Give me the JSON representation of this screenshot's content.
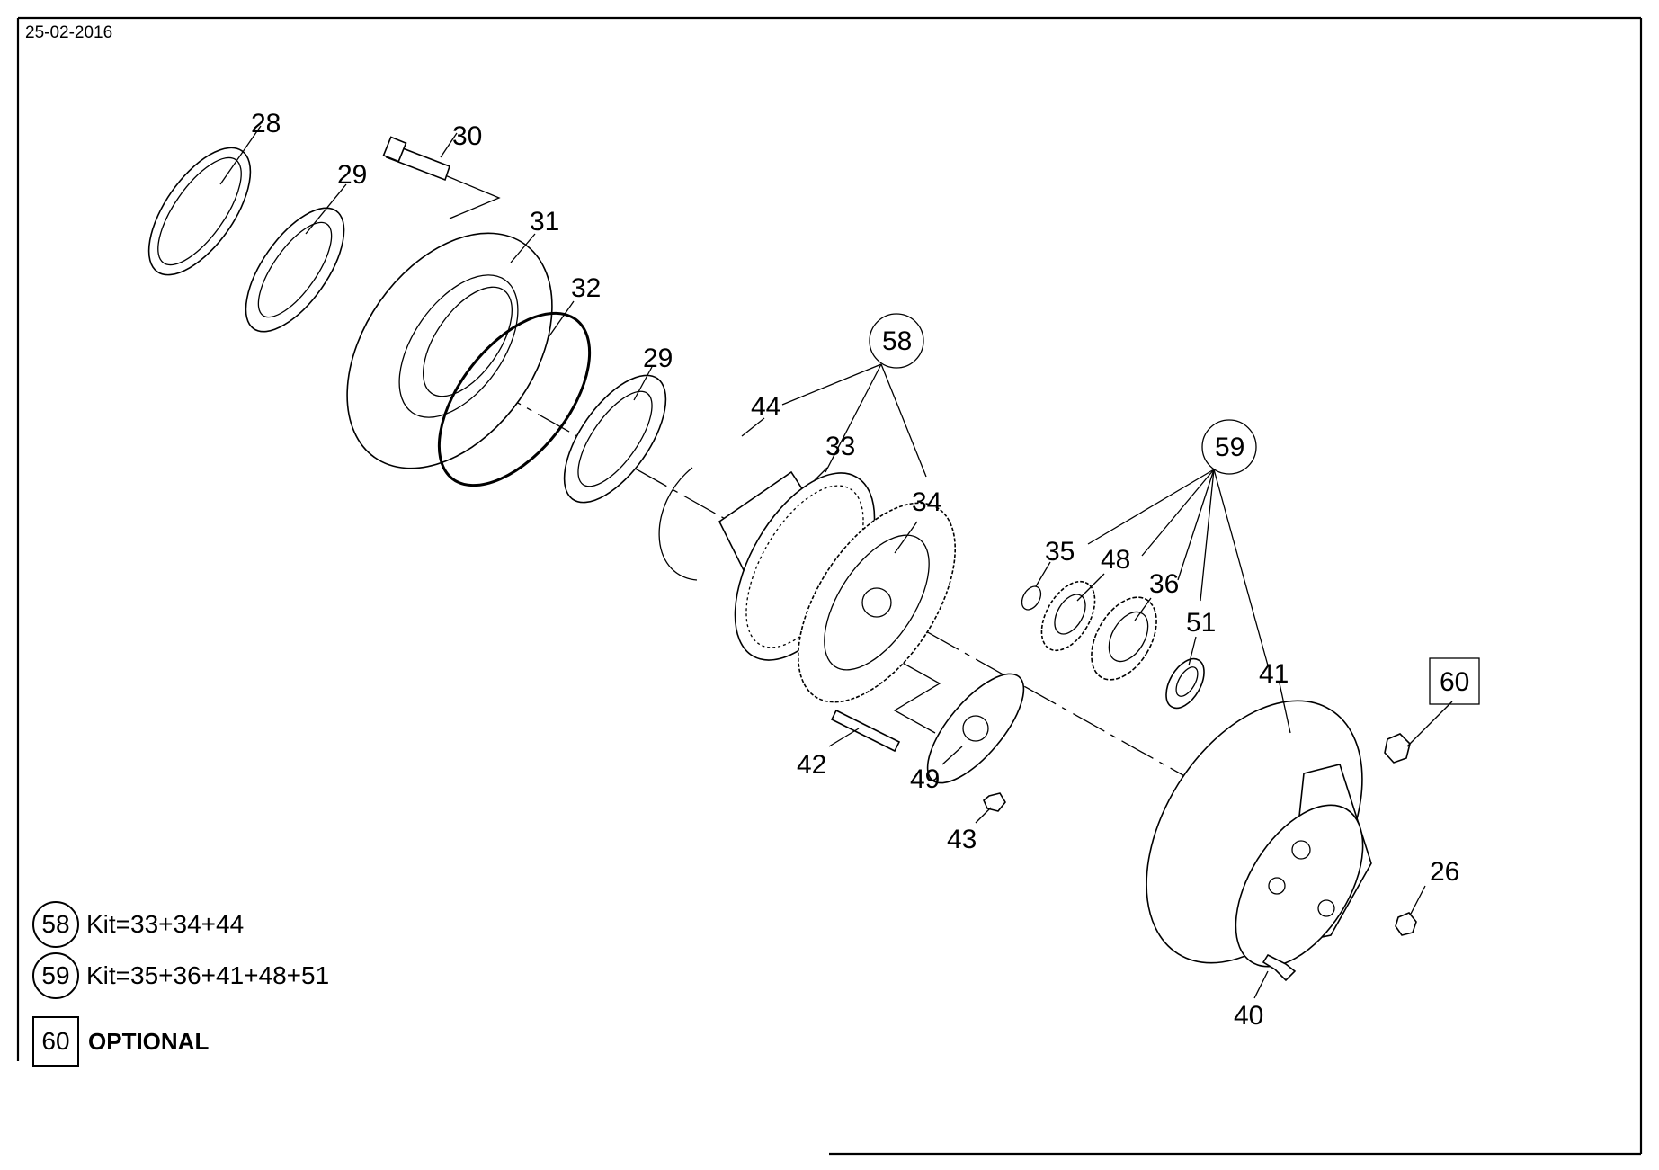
{
  "header": {
    "date": "25-02-2016"
  },
  "callouts": {
    "c28": "28",
    "c29a": "29",
    "c30": "30",
    "c31": "31",
    "c32": "32",
    "c29b": "29",
    "c58": "58",
    "c44": "44",
    "c33": "33",
    "c34": "34",
    "c59": "59",
    "c35": "35",
    "c48": "48",
    "c36": "36",
    "c51": "51",
    "c41": "41",
    "c60": "60",
    "c42": "42",
    "c49": "49",
    "c43": "43",
    "c26": "26",
    "c40": "40"
  },
  "legend": {
    "kit58": {
      "number": "58",
      "text": "Kit=33+34+44"
    },
    "kit59": {
      "number": "59",
      "text": "Kit=35+36+41+48+51"
    },
    "optional": {
      "number": "60",
      "text": "OPTIONAL"
    }
  }
}
